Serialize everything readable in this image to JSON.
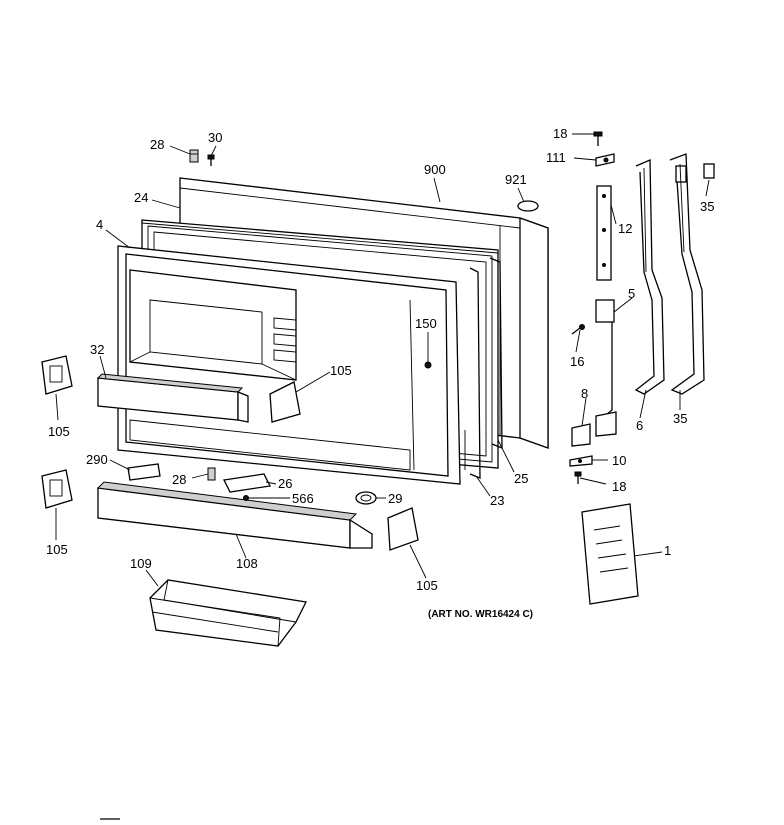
{
  "callouts": [
    {
      "id": "c-28a",
      "text": "28"
    },
    {
      "id": "c-30",
      "text": "30"
    },
    {
      "id": "c-900",
      "text": "900"
    },
    {
      "id": "c-921",
      "text": "921"
    },
    {
      "id": "c-18a",
      "text": "18"
    },
    {
      "id": "c-111",
      "text": "111"
    },
    {
      "id": "c-35a",
      "text": "35"
    },
    {
      "id": "c-24",
      "text": "24"
    },
    {
      "id": "c-12",
      "text": "12"
    },
    {
      "id": "c-4",
      "text": "4"
    },
    {
      "id": "c-5",
      "text": "5"
    },
    {
      "id": "c-150",
      "text": "150"
    },
    {
      "id": "c-16",
      "text": "16"
    },
    {
      "id": "c-32",
      "text": "32"
    },
    {
      "id": "c-105a",
      "text": "105"
    },
    {
      "id": "c-8",
      "text": "8"
    },
    {
      "id": "c-6",
      "text": "6"
    },
    {
      "id": "c-35b",
      "text": "35"
    },
    {
      "id": "c-105b",
      "text": "105"
    },
    {
      "id": "c-25",
      "text": "25"
    },
    {
      "id": "c-290",
      "text": "290"
    },
    {
      "id": "c-10",
      "text": "10"
    },
    {
      "id": "c-28b",
      "text": "28"
    },
    {
      "id": "c-26",
      "text": "26"
    },
    {
      "id": "c-18b",
      "text": "18"
    },
    {
      "id": "c-566",
      "text": "566"
    },
    {
      "id": "c-29",
      "text": "29"
    },
    {
      "id": "c-23",
      "text": "23"
    },
    {
      "id": "c-105c",
      "text": "105"
    },
    {
      "id": "c-1",
      "text": "1"
    },
    {
      "id": "c-108",
      "text": "108"
    },
    {
      "id": "c-109",
      "text": "109"
    },
    {
      "id": "c-105d",
      "text": "105"
    }
  ],
  "art_number": "(ART NO. WR16424 C)"
}
